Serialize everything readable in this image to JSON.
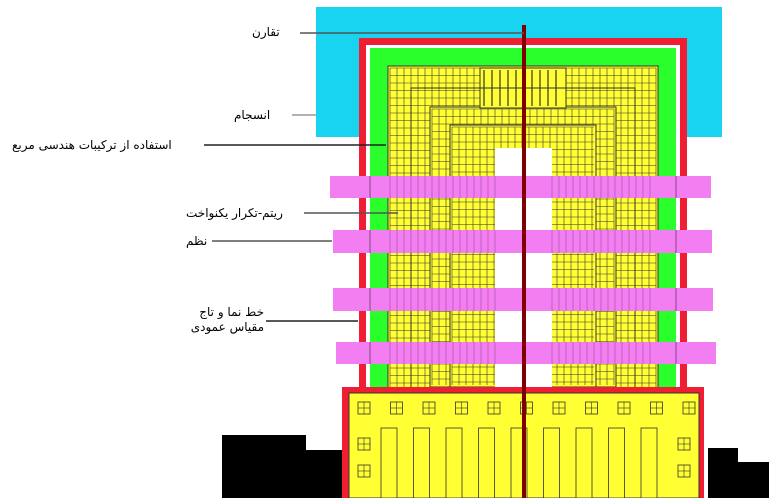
{
  "labels": {
    "tagharon": "تقارن",
    "ensejam": "انسجام",
    "square_geometry": "استفاده از ترکیبات هندسی مربع",
    "rhythm": "ریتم-تکرار یکنواخت",
    "order": "نظم",
    "skyline_line1": "خط نما و تاج",
    "skyline_line2": "مقیاس عمودی"
  },
  "colors": {
    "sky": "#19d4f0",
    "outline": "#f01e32",
    "green": "#2bff2b",
    "yellow": "#ffff33",
    "magenta": "#f27ef2",
    "axis": "#800000",
    "ground": "#000000",
    "grid": "#333333"
  }
}
